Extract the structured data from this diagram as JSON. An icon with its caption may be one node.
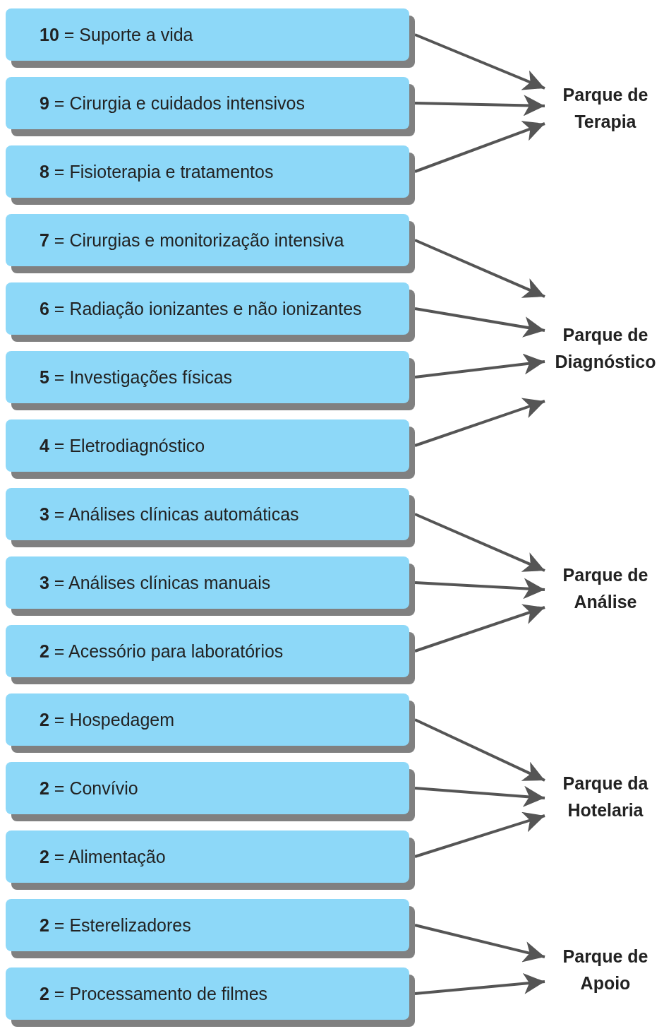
{
  "diagram": {
    "nodes": [
      {
        "text": [
          "**10** = Suporte a vida"
        ]
      },
      {
        "text": [
          "**9** = Cirurgia e cuidados intensivos"
        ]
      },
      {
        "text": [
          "**8** = Fisioterapia e tratamentos"
        ]
      },
      {
        "text": [
          "**7** = Cirurgias e monitorização intensiva"
        ]
      },
      {
        "text": [
          "**6** = Radiação ionizantes e não ionizantes"
        ]
      },
      {
        "text": [
          "**5** = Investigações físicas"
        ]
      },
      {
        "text": [
          "**4** = Eletrodiagnóstico"
        ]
      },
      {
        "text": [
          "**3** = Análises clínicas automáticas"
        ]
      },
      {
        "text": [
          "**3** = Análises clínicas manuais"
        ]
      },
      {
        "text": [
          "**2** = Acessório para laboratórios"
        ]
      },
      {
        "text": [
          "**2** = Hospedagem"
        ]
      },
      {
        "text": [
          "**2** = Convívio"
        ]
      },
      {
        "text": [
          "**2** = Alimentação"
        ]
      },
      {
        "text": [
          "**2** = Esterelizadores"
        ]
      },
      {
        "text": [
          "**2** = Processamento de filmes"
        ]
      },
      {
        "text": [
          "Parque de Terapia"
        ]
      },
      {
        "text": [
          "Parque de Diagnóstico"
        ]
      },
      {
        "text": [
          "Parque de Análise"
        ]
      },
      {
        "text": [
          "Parque da Hotelaria"
        ]
      },
      {
        "text": [
          "Parque de Apoio"
        ]
      }
    ],
    "edges": [
      {
        "from": 0,
        "to": 15,
        "arrow": "to"
      },
      {
        "from": 1,
        "to": 15,
        "arrow": "to"
      },
      {
        "from": 2,
        "to": 15,
        "arrow": "to"
      },
      {
        "from": 3,
        "to": 16,
        "arrow": "to"
      },
      {
        "from": 4,
        "to": 16,
        "arrow": "to"
      },
      {
        "from": 5,
        "to": 16,
        "arrow": "to"
      },
      {
        "from": 6,
        "to": 16,
        "arrow": "to"
      },
      {
        "from": 7,
        "to": 17,
        "arrow": "to"
      },
      {
        "from": 8,
        "to": 17,
        "arrow": "to"
      },
      {
        "from": 9,
        "to": 17,
        "arrow": "to"
      },
      {
        "from": 10,
        "to": 18,
        "arrow": "to"
      },
      {
        "from": 11,
        "to": 18,
        "arrow": "to"
      },
      {
        "from": 12,
        "to": 18,
        "arrow": "to"
      },
      {
        "from": 13,
        "to": 19,
        "arrow": "to"
      },
      {
        "from": 14,
        "to": 19,
        "arrow": "to"
      }
    ]
  }
}
